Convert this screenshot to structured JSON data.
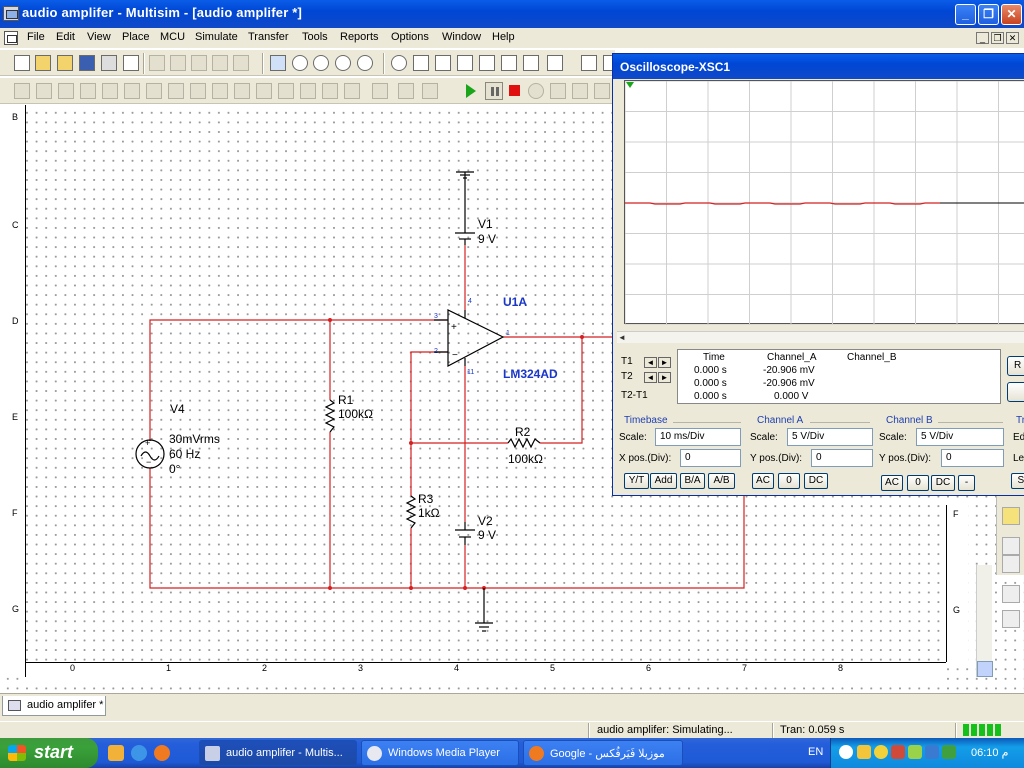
{
  "window": {
    "title": "audio amplifer - Multisim - [audio amplifer *]",
    "buttons": {
      "minimize": "_",
      "restore": "❐",
      "close": "✕"
    }
  },
  "menu": {
    "items": [
      "File",
      "Edit",
      "View",
      "Place",
      "MCU",
      "Simulate",
      "Transfer",
      "Tools",
      "Reports",
      "Options",
      "Window",
      "Help"
    ],
    "mdi_buttons": [
      "_",
      "❐",
      "✕"
    ]
  },
  "schematic": {
    "ruler_left": [
      "B",
      "C",
      "D",
      "E",
      "F",
      "G"
    ],
    "ruler_right": [
      "F",
      "G"
    ],
    "ruler_bottom": [
      "0",
      "1",
      "2",
      "3",
      "4",
      "5",
      "6",
      "7",
      "8"
    ],
    "components": {
      "v1": {
        "name": "V1",
        "value": "9 V"
      },
      "v2": {
        "name": "V2",
        "value": "9 V"
      },
      "v4": {
        "name": "V4",
        "rms": "30mVrms",
        "freq": "60 Hz",
        "phase": "0°"
      },
      "r1": {
        "name": "R1",
        "value": "100kΩ"
      },
      "r2": {
        "name": "R2",
        "value": "100kΩ"
      },
      "r3": {
        "name": "R3",
        "value": "1kΩ"
      },
      "u1": {
        "name": "U1A",
        "part": "LM324AD",
        "pins": [
          "4",
          "3",
          "2",
          "1",
          "11"
        ]
      }
    },
    "wire_color": "#d42020",
    "component_color": "#000000",
    "label_color": "#1a37c8"
  },
  "scope": {
    "title": "Oscilloscope-XSC1",
    "readout": {
      "headers": [
        "Time",
        "Channel_A",
        "Channel_B"
      ],
      "rows": [
        {
          "label": "T1",
          "time": "0.000 s",
          "a": "-20.906 mV",
          "b": ""
        },
        {
          "label": "T2",
          "time": "0.000 s",
          "a": "-20.906 mV",
          "b": ""
        },
        {
          "label": "T2-T1",
          "time": "0.000 s",
          "a": "0.000 V",
          "b": ""
        }
      ]
    },
    "side_buttons": [
      "R",
      ""
    ],
    "timebase": {
      "title": "Timebase",
      "scale_label": "Scale:",
      "scale": "10 ms/Div",
      "xpos_label": "X pos.(Div):",
      "xpos": "0",
      "modes": [
        "Y/T",
        "Add",
        "B/A",
        "A/B"
      ]
    },
    "channel_a": {
      "title": "Channel A",
      "scale_label": "Scale:",
      "scale": "5  V/Div",
      "ypos_label": "Y pos.(Div):",
      "ypos": "0",
      "coupling": [
        "AC",
        "0",
        "DC"
      ]
    },
    "channel_b": {
      "title": "Channel B",
      "scale_label": "Scale:",
      "scale": "5  V/Div",
      "ypos_label": "Y pos.(Div):",
      "ypos": "0",
      "coupling": [
        "AC",
        "0",
        "DC",
        "-"
      ]
    },
    "trigger": {
      "title": "Tr",
      "edge_label": "Ed",
      "level_label": "Lev",
      "mode": "Si"
    }
  },
  "tab": {
    "label": "audio amplifer *"
  },
  "status": {
    "message": "audio amplifer: Simulating...",
    "tran": "Tran: 0.059 s"
  },
  "taskbar": {
    "start": "start",
    "tasks": [
      {
        "label": "audio amplifer - Multis...",
        "active": true,
        "color": "#c8d0e8"
      },
      {
        "label": "Windows Media Player",
        "active": false,
        "color": "#e8e8f0"
      },
      {
        "label": "Google - موزيلا فَيَرفُكس",
        "active": false,
        "color": "#f07a20"
      }
    ],
    "lang": "EN",
    "clock": "06:10 م"
  }
}
